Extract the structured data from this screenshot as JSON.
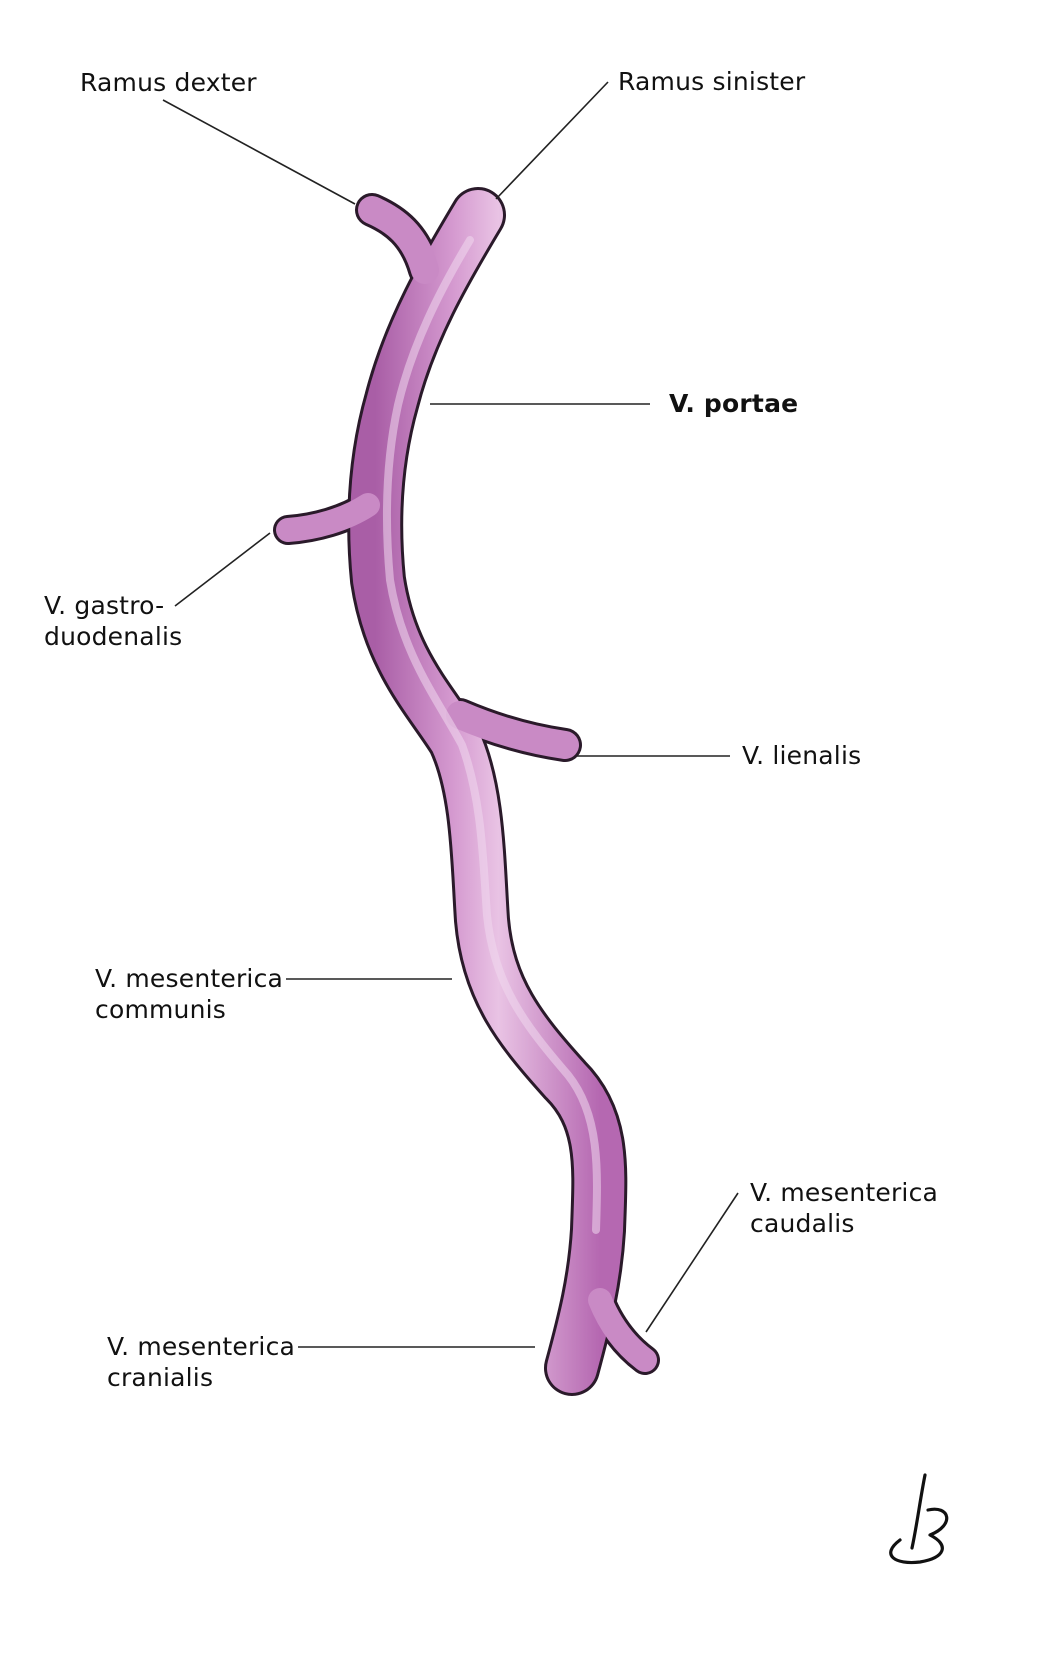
{
  "colors": {
    "vessel_fill": "#c47ac0",
    "vessel_highlight": "#e7c0e2",
    "vessel_outline": "#2a1a2a",
    "leader_line": "#222222"
  },
  "labels": {
    "ramus_dexter": "Ramus dexter",
    "ramus_sinister": "Ramus sinister",
    "v_portae": "V. portae",
    "v_gastroduodenalis_1": "V. gastro-",
    "v_gastroduodenalis_2": "duodenalis",
    "v_lienalis": "V. lienalis",
    "v_mesenterica_communis_1": "V. mesenterica",
    "v_mesenterica_communis_2": "communis",
    "v_mesenterica_caudalis_1": "V. mesenterica",
    "v_mesenterica_caudalis_2": "caudalis",
    "v_mesenterica_cranialis_1": "V. mesenterica",
    "v_mesenterica_cranialis_2": "cranialis"
  }
}
